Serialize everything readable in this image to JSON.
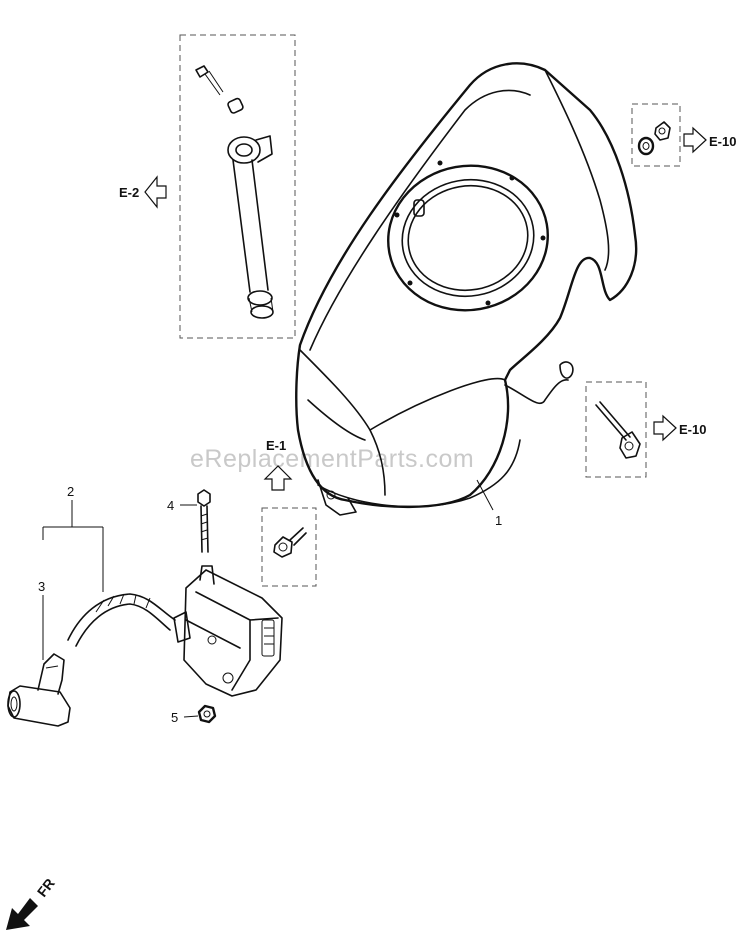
{
  "watermark": "eReplacementParts.com",
  "callouts": {
    "part1": "1",
    "part2": "2",
    "part3": "3",
    "part4": "4",
    "part5": "5"
  },
  "refs": {
    "e2": "E-2",
    "e1": "E-1",
    "e10_top": "E-10",
    "e10_bottom": "E-10"
  },
  "direction": {
    "label": "FR"
  }
}
